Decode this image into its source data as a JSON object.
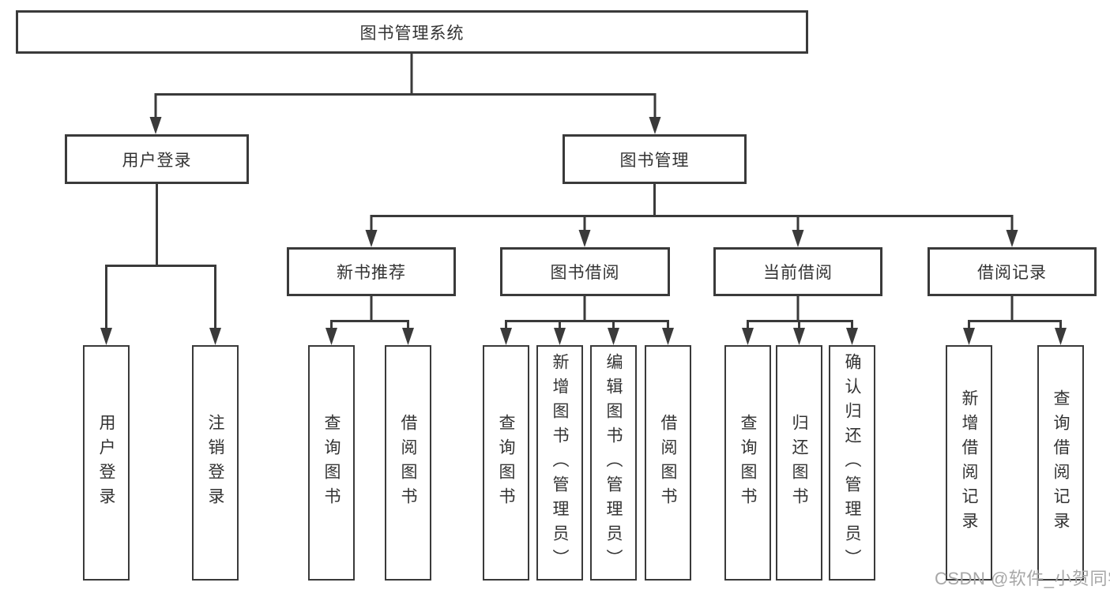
{
  "colors": {
    "line": "#3a3a3a",
    "text": "#333333",
    "watermark_gray": "#a7a7a7",
    "background": "#ffffff"
  },
  "tree": {
    "root": {
      "label": "图书管理系统"
    },
    "branches": [
      {
        "label": "用户登录",
        "children": [
          "用户登录",
          "注销登录"
        ]
      },
      {
        "label": "图书管理",
        "children": [
          {
            "label": "新书推荐",
            "children": [
              "查询图书",
              "借阅图书"
            ]
          },
          {
            "label": "图书借阅",
            "children": [
              "查询图书",
              "新增图书（管理员）",
              "编辑图书（管理员）",
              "借阅图书"
            ]
          },
          {
            "label": "当前借阅",
            "children": [
              "查询图书",
              "归还图书",
              "确认归还（管理员）"
            ]
          },
          {
            "label": "借阅记录",
            "children": [
              "新增借阅记录",
              "查询借阅记录"
            ]
          }
        ]
      }
    ]
  },
  "watermark": {
    "text": "CSDN @软件_小贺同学"
  }
}
